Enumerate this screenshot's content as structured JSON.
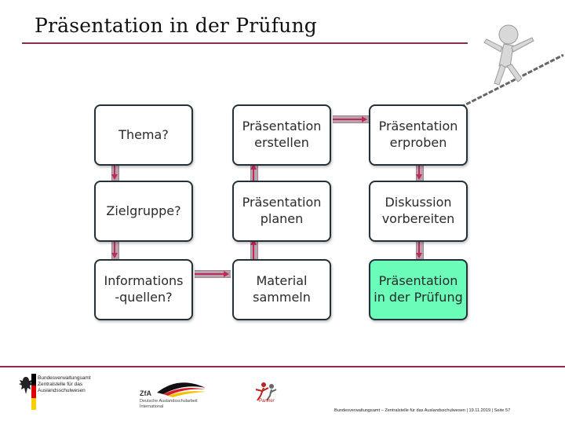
{
  "slide": {
    "title": "Präsentation in der Prüfung"
  },
  "diagram": {
    "boxes": [
      {
        "id": "thema",
        "label": "Thema?"
      },
      {
        "id": "praesentation-erstellen",
        "label": "Präsentation\nerstellen"
      },
      {
        "id": "praesentation-erproben",
        "label": "Präsentation\nerproben"
      },
      {
        "id": "zielgruppe",
        "label": "Zielgruppe?"
      },
      {
        "id": "praesentation-planen",
        "label": "Präsentation\nplanen"
      },
      {
        "id": "diskussion-vorbereiten",
        "label": "Diskussion\nvorbereiten"
      },
      {
        "id": "informationsquellen",
        "label": "Informations\n-quellen?"
      },
      {
        "id": "material-sammeln",
        "label": "Material\nsammeln"
      },
      {
        "id": "praesentation-in-der-pruefung",
        "label": "Präsentation\nin der Prüfung",
        "highlighted": true
      }
    ],
    "flow_order": [
      "thema",
      "zielgruppe",
      "informationsquellen",
      "material-sammeln",
      "praesentation-planen",
      "praesentation-erstellen",
      "praesentation-erproben",
      "diskussion-vorbereiten",
      "praesentation-in-der-pruefung"
    ],
    "colors": {
      "box_border": "#23313a",
      "highlight_fill": "#6afcb8",
      "arrow": "#c0285a",
      "connector": "#b9a3ae",
      "accent_rule": "#8e2a4a"
    }
  },
  "footer": {
    "bva_text": "Bundesverwaltungsamt\nZentralstelle für das\nAuslandsschulwesen",
    "zfa_mark": "ZfA",
    "zfa_text": "Deutsche Auslandsschularbeit\nInternational",
    "partner_text": "Partner",
    "info_line": "Bundesverwaltungsamt – Zentralstelle für das Auslandsschulwesen | 19.11.2019 | Seite 57"
  }
}
